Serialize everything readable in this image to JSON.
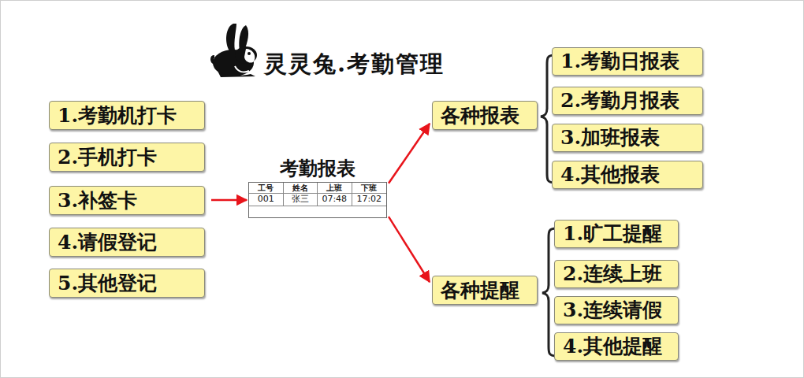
{
  "diagram": {
    "title": "灵灵兔.考勤管理",
    "nodes": [
      {
        "text": [
          "1.考勤机打卡"
        ]
      },
      {
        "text": [
          "2.手机打卡"
        ]
      },
      {
        "text": [
          "3.补签卡"
        ]
      },
      {
        "text": [
          "4.请假登记"
        ]
      },
      {
        "text": [
          "5.其他登记"
        ]
      },
      {
        "text": [
          "考勤报表",
          "工号",
          "姓名",
          "上班",
          "下班",
          "001",
          "张三",
          "07:48",
          "17:02"
        ]
      },
      {
        "text": [
          "各种报表"
        ]
      },
      {
        "text": [
          "1.考勤日报表"
        ]
      },
      {
        "text": [
          "2.考勤月报表"
        ]
      },
      {
        "text": [
          "3.加班报表"
        ]
      },
      {
        "text": [
          "4.其他报表"
        ]
      },
      {
        "text": [
          "各种提醒"
        ]
      },
      {
        "text": [
          "1.旷工提醒"
        ]
      },
      {
        "text": [
          "2.连续上班"
        ]
      },
      {
        "text": [
          "3.连续请假"
        ]
      },
      {
        "text": [
          "4.其他提醒"
        ]
      }
    ],
    "edges": [
      {
        "from": 2,
        "to": 5,
        "arrow": "to"
      },
      {
        "from": 5,
        "to": 6,
        "arrow": "to"
      },
      {
        "from": 5,
        "to": 11,
        "arrow": "to"
      }
    ]
  }
}
